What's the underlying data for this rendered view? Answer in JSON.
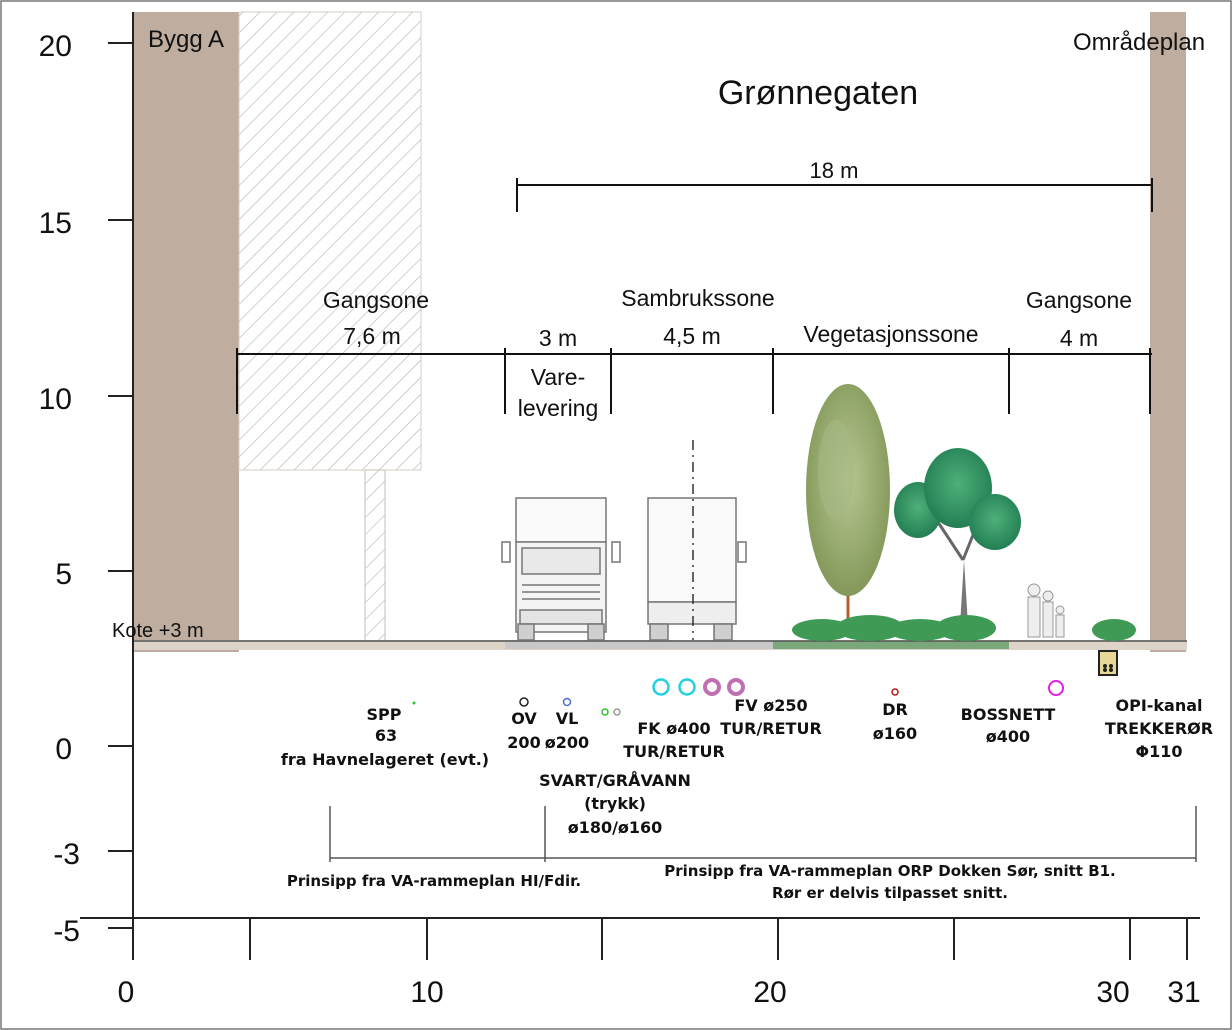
{
  "title": "Grønnegaten",
  "labels": {
    "building_left": "Bygg A",
    "building_right": "Områdeplan",
    "kote": "Kote +3 m",
    "total_width": "18 m"
  },
  "zones": [
    {
      "name": "Gangsone",
      "width": "7,6 m"
    },
    {
      "name": "Vare-",
      "name2": "levering",
      "width": "3 m"
    },
    {
      "name": "Sambrukssone",
      "width": "4,5 m"
    },
    {
      "name": "Vegetasjonssone",
      "width": ""
    },
    {
      "name": "Gangsone",
      "width": "4 m"
    }
  ],
  "pipes": {
    "spp": [
      "SPP",
      "63",
      "fra Havnelageret (evt.)"
    ],
    "ov": [
      "OV",
      "200"
    ],
    "vl": [
      "VL",
      "ø200"
    ],
    "svart": [
      "SVART/GRÅVANN",
      "(trykk)",
      "ø180/ø160"
    ],
    "fk": [
      "FK ø400",
      "TUR/RETUR"
    ],
    "fv": [
      "FV ø250",
      "TUR/RETUR"
    ],
    "dr": [
      "DR",
      "ø160"
    ],
    "bossnett": [
      "BOSSNETT",
      "ø400"
    ],
    "opi": [
      "OPI-kanal",
      "TREKKERØR",
      "Φ110"
    ]
  },
  "notes": {
    "left": "Prinsipp fra VA-rammeplan HI/Fdir.",
    "right1": "Prinsipp fra VA-rammeplan ORP Dokken Sør, snitt B1.",
    "right2": "Rør er delvis tilpasset snitt."
  },
  "axes": {
    "y_ticks": [
      "20",
      "15",
      "10",
      "5",
      "0",
      "-3",
      "-5"
    ],
    "x_ticks": [
      "0",
      "10",
      "20",
      "30",
      "31"
    ]
  },
  "colors": {
    "building": "#c0b0a4",
    "ground": "#d8ccc0",
    "vegetation": "#4a9a4a",
    "fk_pipe": "#22d0e0",
    "fv_pipe": "#c070b0",
    "bossnett_pipe": "#e020e0",
    "dr_pipe": "#c01818",
    "vl_pipe": "#4a70d0",
    "svart_pipe": "#30c030"
  }
}
